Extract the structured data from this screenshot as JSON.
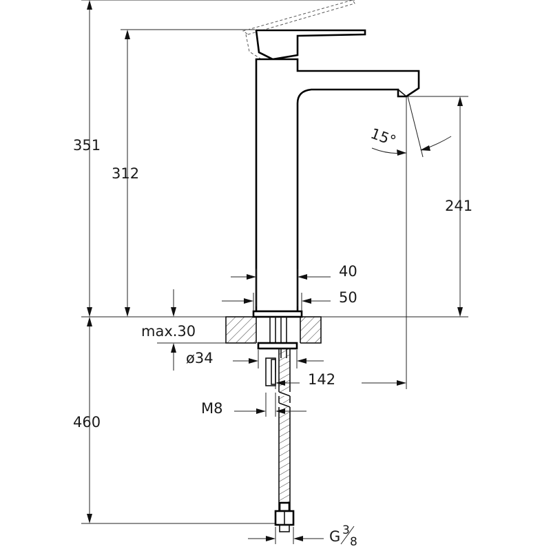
{
  "drawing": {
    "dimensions": {
      "total_height": "351",
      "body_height": "312",
      "spout_height": "241",
      "body_width": "40",
      "base_width": "50",
      "max_deck": "max.30",
      "hole_diameter": "ø34",
      "reach": "142",
      "thread": "M8",
      "hose_length": "460",
      "hose_connection_main": "G",
      "hose_connection_num": "3",
      "hose_connection_den": "8",
      "spout_angle": "15°"
    }
  }
}
